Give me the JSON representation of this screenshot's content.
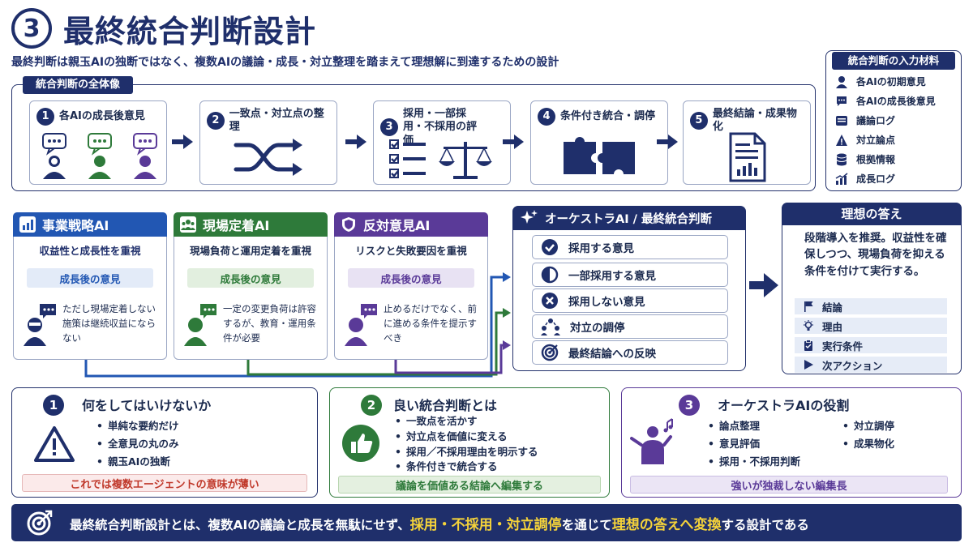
{
  "header": {
    "number": "3",
    "title": "最終統合判断設計",
    "subtitle": "最終判断は親玉AIの独断ではなく、複数AIの議論・成長・対立整理を踏まえて理想解に到達するための設計"
  },
  "overview": {
    "label": "統合判断の全体像",
    "steps": [
      {
        "num": "1",
        "label": "各AIの成長後意見"
      },
      {
        "num": "2",
        "label": "一致点・対立点の整理"
      },
      {
        "num": "3",
        "label": "採用・一部採用・不採用の評価"
      },
      {
        "num": "4",
        "label": "条件付き統合・調停"
      },
      {
        "num": "5",
        "label": "最終結論・成果物化"
      }
    ]
  },
  "materials": {
    "title": "統合判断の入力材料",
    "items": [
      "各AIの初期意見",
      "各AIの成長後意見",
      "議論ログ",
      "対立論点",
      "根拠情報",
      "成長ログ"
    ]
  },
  "personas": [
    {
      "name": "事業戦略AI",
      "focus": "収益性と成長性を重視",
      "grown": "成長後の意見",
      "opinion": "ただし現場定着しない施策は継続収益にならない",
      "color": "#2257b3"
    },
    {
      "name": "現場定着AI",
      "focus": "現場負荷と運用定着を重視",
      "grown": "成長後の意見",
      "opinion": "一定の変更負荷は許容するが、教育・運用条件が必要",
      "color": "#2e7a3a"
    },
    {
      "name": "反対意見AI",
      "focus": "リスクと失敗要因を重視",
      "grown": "成長後の意見",
      "opinion": "止めるだけでなく、前に進める条件を提示すべき",
      "color": "#5a3a98"
    }
  ],
  "orchestra": {
    "title": "オーケストラAI / 最終統合判断",
    "rows": [
      "採用する意見",
      "一部採用する意見",
      "採用しない意見",
      "対立の調停",
      "最終結論への反映"
    ]
  },
  "answer": {
    "title": "理想の答え",
    "text": "段階導入を推奨。収益性を確保しつつ、現場負荷を抑える条件を付けて実行する。",
    "items": [
      "結論",
      "理由",
      "実行条件",
      "次アクション"
    ]
  },
  "bottom": [
    {
      "num": "1",
      "title": "何をしてはいけないか",
      "items": [
        "単純な要約だけ",
        "全意見の丸のみ",
        "親玉AIの独断"
      ],
      "footer": "これでは複数エージェントの意味が薄い",
      "color": "#1f2f6b"
    },
    {
      "num": "2",
      "title": "良い統合判断とは",
      "items": [
        "一致点を活かす",
        "対立点を価値に変える",
        "採用／不採用理由を明示する",
        "条件付きで統合する"
      ],
      "footer": "議論を価値ある結論へ編集する",
      "color": "#2e7a3a"
    },
    {
      "num": "3",
      "title": "オーケストラAIの役割",
      "items": [
        "論点整理",
        "意見評価",
        "採用・不採用判断",
        "対立調停",
        "成果物化"
      ],
      "footer": "強いが独裁しない編集長",
      "color": "#5a3a98"
    }
  ],
  "banner": {
    "prefix": "最終統合判断設計とは、複数AIの議論と成長を無駄にせず、",
    "highlight1": "採用・不採用・対立調停",
    "middle": "を通じて",
    "highlight2": "理想の答えへ変換",
    "suffix": "する設計である"
  },
  "colors": {
    "navy": "#1f2f6b",
    "green": "#2e7a3a",
    "purple": "#5a3a98",
    "blue": "#2257b3",
    "red": "#c0392b",
    "highlight": "#f5d33a"
  }
}
